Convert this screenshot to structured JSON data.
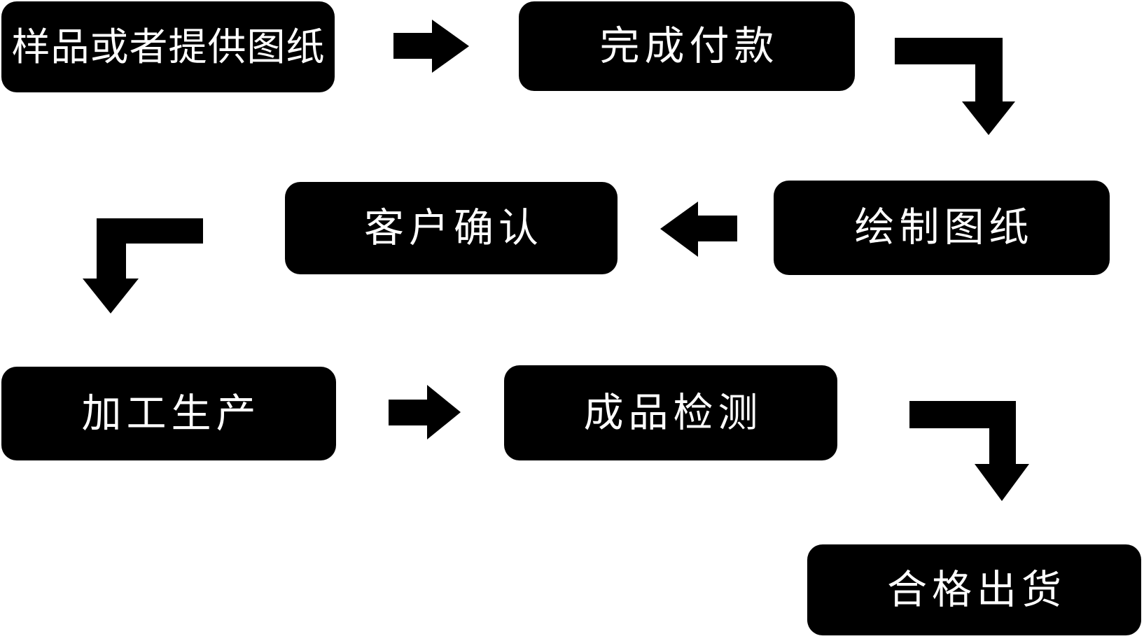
{
  "diagram": {
    "type": "flowchart",
    "background_color": "#ffffff",
    "node_fill_color": "#000000",
    "node_text_color": "#ffffff",
    "arrow_color": "#000000",
    "nodes": [
      {
        "id": "sample",
        "label": "样品或者提供图纸"
      },
      {
        "id": "payment",
        "label": "完成付款"
      },
      {
        "id": "drawing",
        "label": "绘制图纸"
      },
      {
        "id": "confirm",
        "label": "客户确认"
      },
      {
        "id": "production",
        "label": "加工生产"
      },
      {
        "id": "inspection",
        "label": "成品检测"
      },
      {
        "id": "shipment",
        "label": "合格出货"
      }
    ],
    "edges": [
      {
        "from": "样品或者提供图纸",
        "to": "完成付款",
        "shape": "straight-right"
      },
      {
        "from": "完成付款",
        "to": "绘制图纸",
        "shape": "elbow-right-then-down"
      },
      {
        "from": "绘制图纸",
        "to": "客户确认",
        "shape": "straight-left"
      },
      {
        "from": "客户确认",
        "to": "加工生产",
        "shape": "elbow-left-then-down"
      },
      {
        "from": "加工生产",
        "to": "成品检测",
        "shape": "straight-right"
      },
      {
        "from": "成品检测",
        "to": "合格出货",
        "shape": "elbow-right-then-down"
      }
    ]
  }
}
